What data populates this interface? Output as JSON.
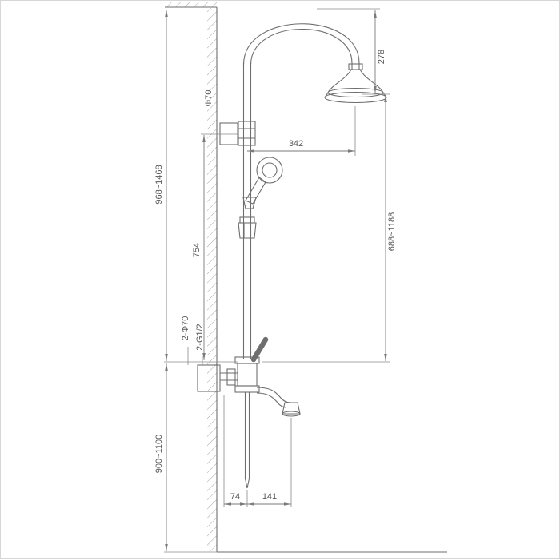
{
  "drawing": {
    "labels": {
      "escutcheon_dia": "Φ70",
      "total_height_range": "968~1468",
      "bracket_to_mixer": "754",
      "head_height": "278",
      "arm_projection": "342",
      "head_to_mixer_range": "688~1188",
      "inlets_dia": "2-Φ70",
      "inlets_thread": "2-G1/2",
      "mixer_height_from_floor": "900~1100",
      "offset_74": "74",
      "offset_141": "141"
    },
    "colors": {
      "geometry_line": "#6e6e6e",
      "dimension_line": "#7a7a7a",
      "text": "#595959",
      "background": "#ffffff"
    }
  }
}
